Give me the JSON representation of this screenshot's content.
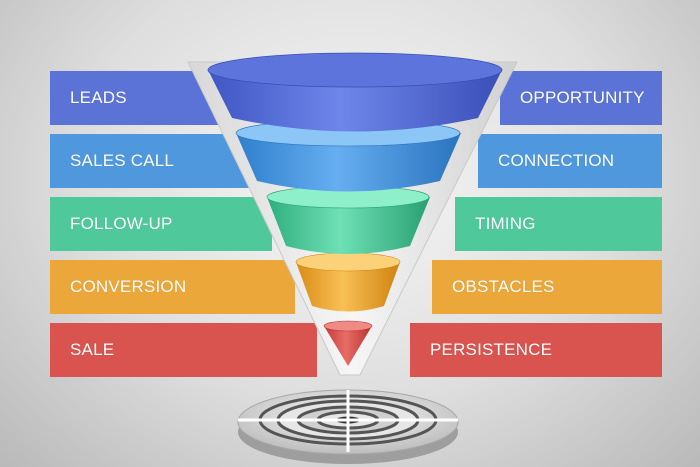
{
  "diagram": {
    "left_labels": [
      "LEADS",
      "SALES CALL",
      "FOLLOW-UP",
      "CONVERSION",
      "SALE"
    ],
    "right_labels": [
      "OPPORTUNITY",
      "CONNECTION",
      "TIMING",
      "OBSTACLES",
      "PERSISTENCE"
    ],
    "colors": {
      "blue": "#5b73d6",
      "light_blue": "#4f98de",
      "green": "#4fc99c",
      "orange": "#eba73a",
      "red": "#d9534f"
    }
  }
}
